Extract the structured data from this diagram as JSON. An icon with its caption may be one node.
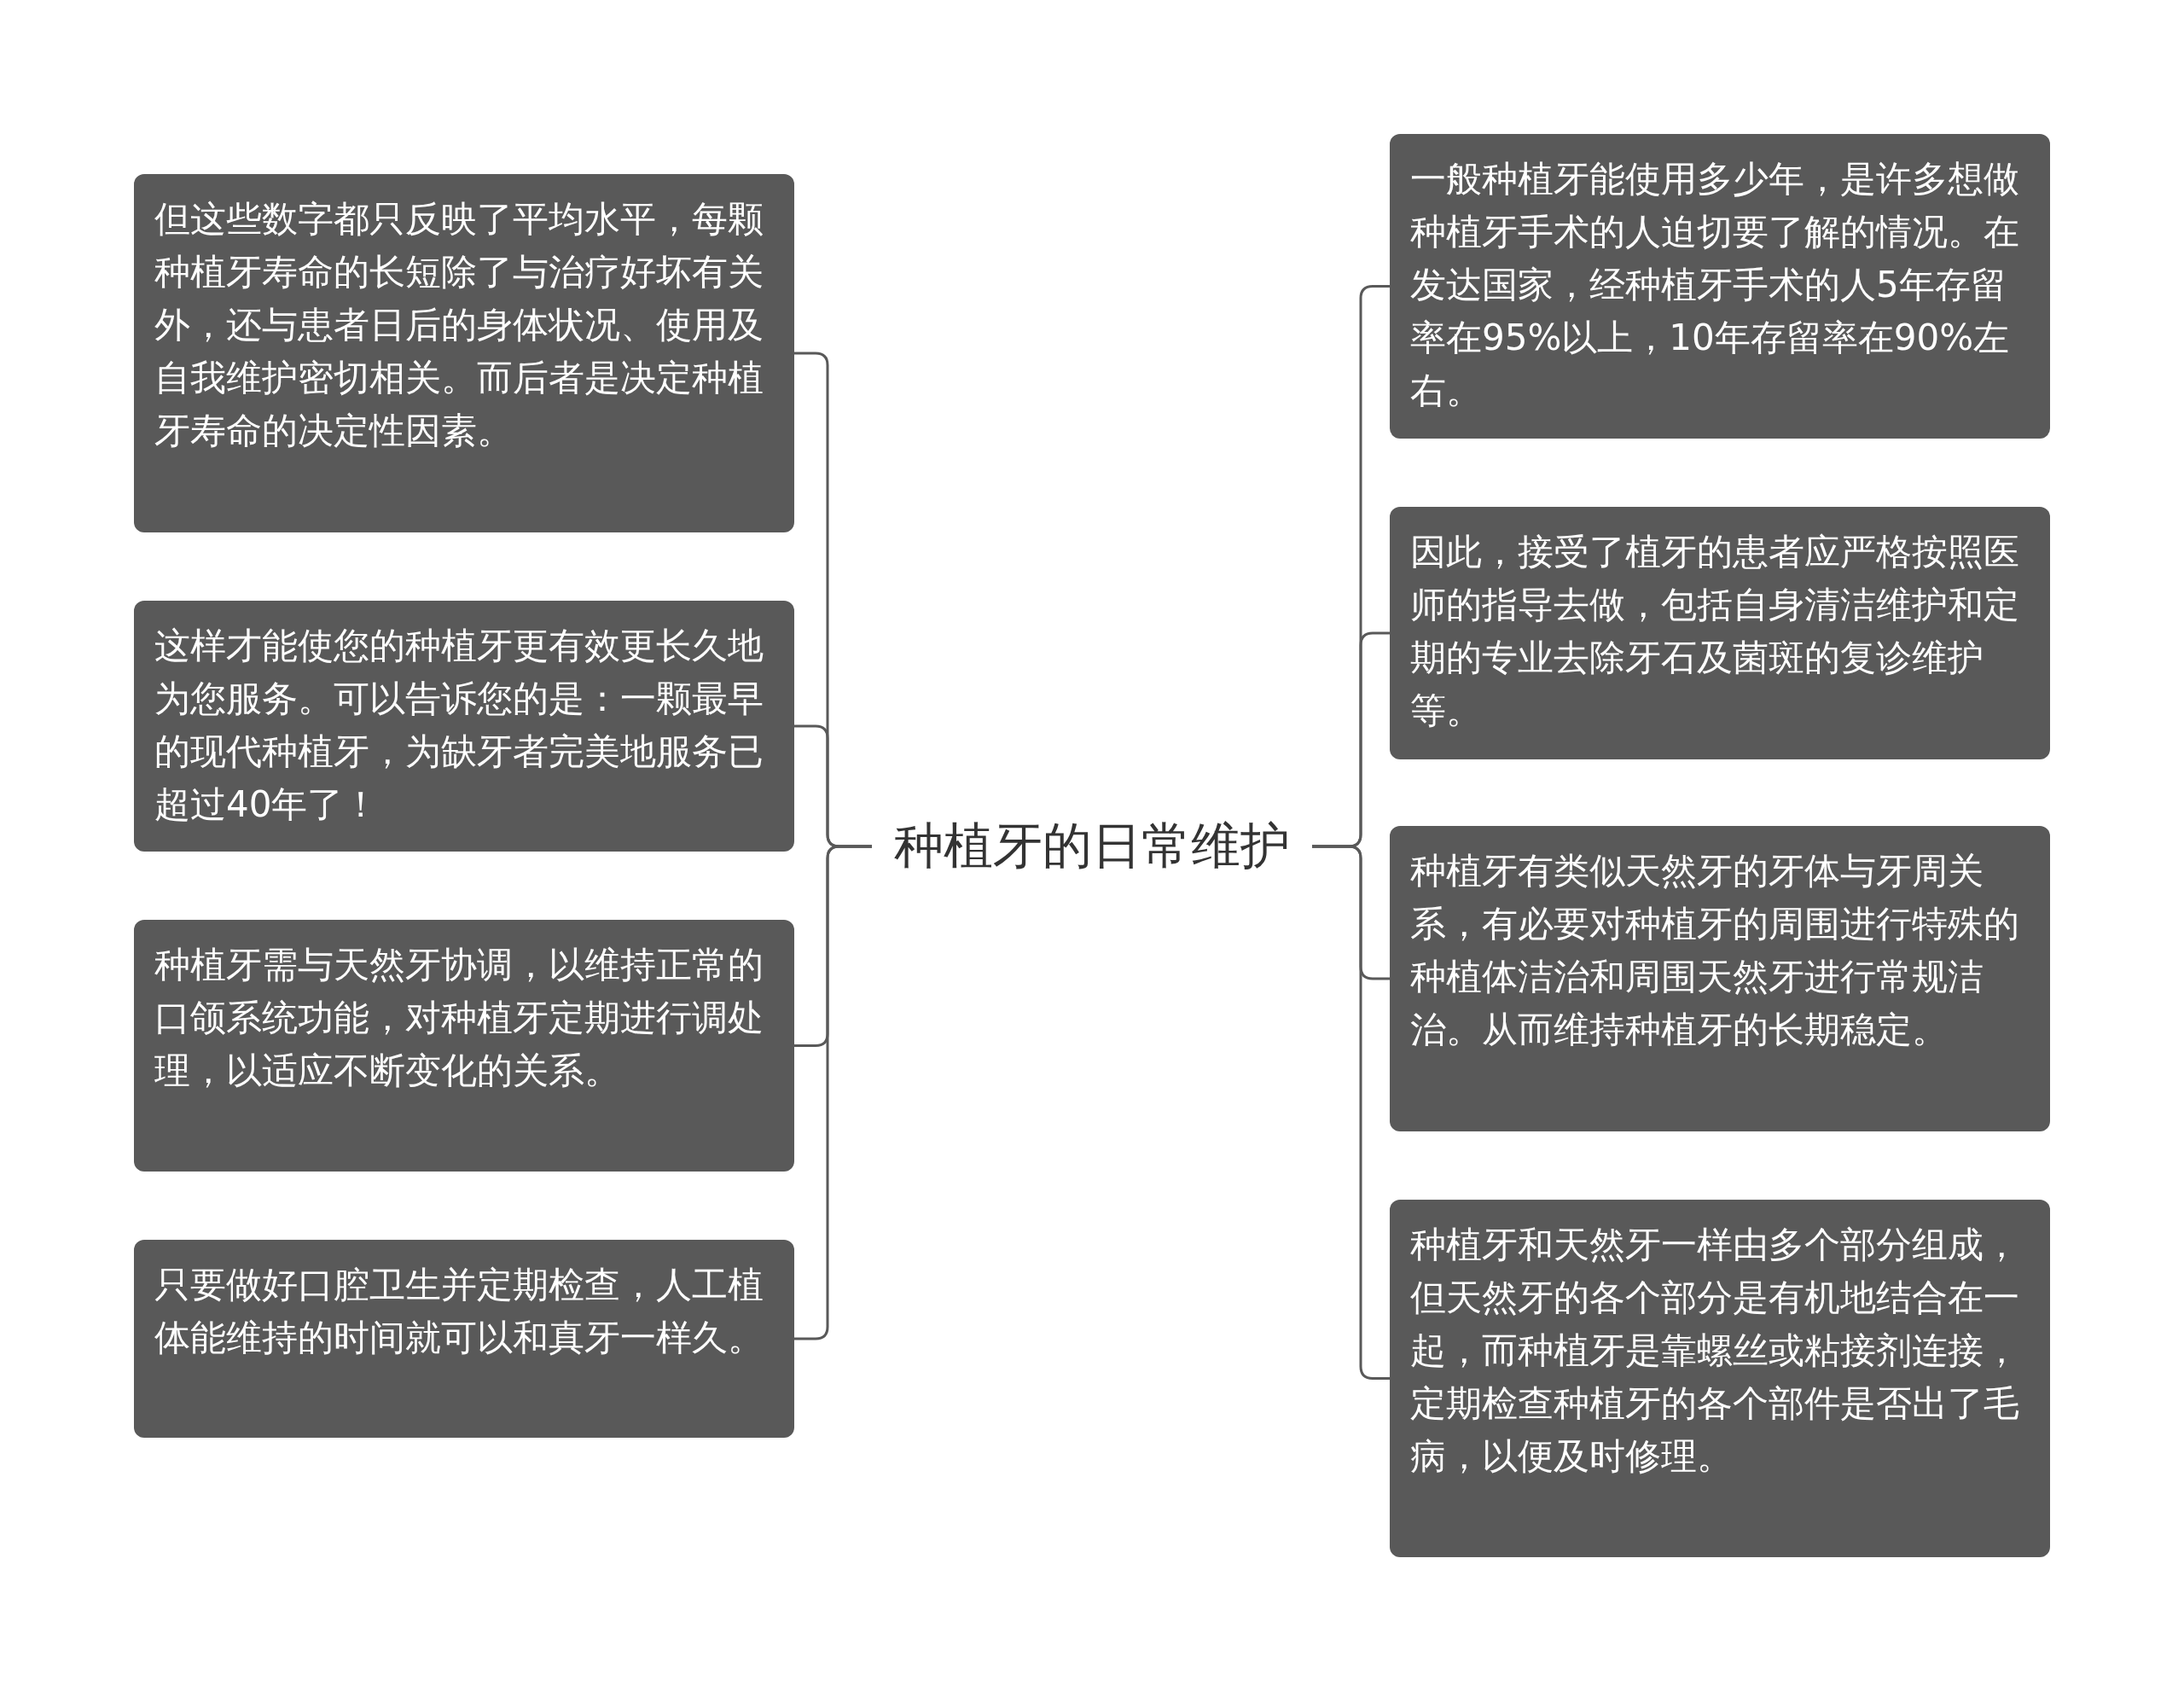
{
  "diagram": {
    "nodes": [
      {
        "text": [
          "种植牙的日常维护"
        ]
      },
      {
        "text": [
          "但这些数字都只反映了平均水平，每颗种植牙寿命的长短除了与治疗好坏有关外，还与患者日后的身体状况、使用及自我维护密切相关。而后者是决定种植牙寿命的决定性因素。"
        ]
      },
      {
        "text": [
          "这样才能使您的种植牙更有效更长久地为您服务。可以告诉您的是：一颗最早的现代种植牙，为缺牙者完美地服务已超过40年了！"
        ]
      },
      {
        "text": [
          "种植牙需与天然牙协调，以维持正常的口颌系统功能，对种植牙定期进行调处理，以适应不断变化的关系。"
        ]
      },
      {
        "text": [
          "只要做好口腔卫生并定期检查，人工植体能维持的时间就可以和真牙一样久。"
        ]
      },
      {
        "text": [
          "一般种植牙能使用多少年，是许多想做种植牙手术的人迫切要了解的情况。在发达国家，经种植牙手术的人5年存留率在95%以上，10年存留率在90%左右。"
        ]
      },
      {
        "text": [
          "因此，接受了植牙的患者应严格按照医师的指导去做，包括自身清洁维护和定期的专业去除牙石及菌斑的复诊维护等。"
        ]
      },
      {
        "text": [
          "种植牙有类似天然牙的牙体与牙周关系，有必要对种植牙的周围进行特殊的种植体洁治和周围天然牙进行常规洁治。从而维持种植牙的长期稳定。"
        ]
      },
      {
        "text": [
          "种植牙和天然牙一样由多个部分组成，但天然牙的各个部分是有机地结合在一起，而种植牙是靠螺丝或粘接剂连接，定期检查种植牙的各个部件是否出了毛病，以便及时修理。"
        ]
      }
    ],
    "edges": [
      {
        "from": 0,
        "to": 1,
        "arrow": "none"
      },
      {
        "from": 0,
        "to": 2,
        "arrow": "none"
      },
      {
        "from": 0,
        "to": 3,
        "arrow": "none"
      },
      {
        "from": 0,
        "to": 4,
        "arrow": "none"
      },
      {
        "from": 0,
        "to": 5,
        "arrow": "none"
      },
      {
        "from": 0,
        "to": 6,
        "arrow": "none"
      },
      {
        "from": 0,
        "to": 7,
        "arrow": "none"
      },
      {
        "from": 0,
        "to": 8,
        "arrow": "none"
      }
    ]
  }
}
